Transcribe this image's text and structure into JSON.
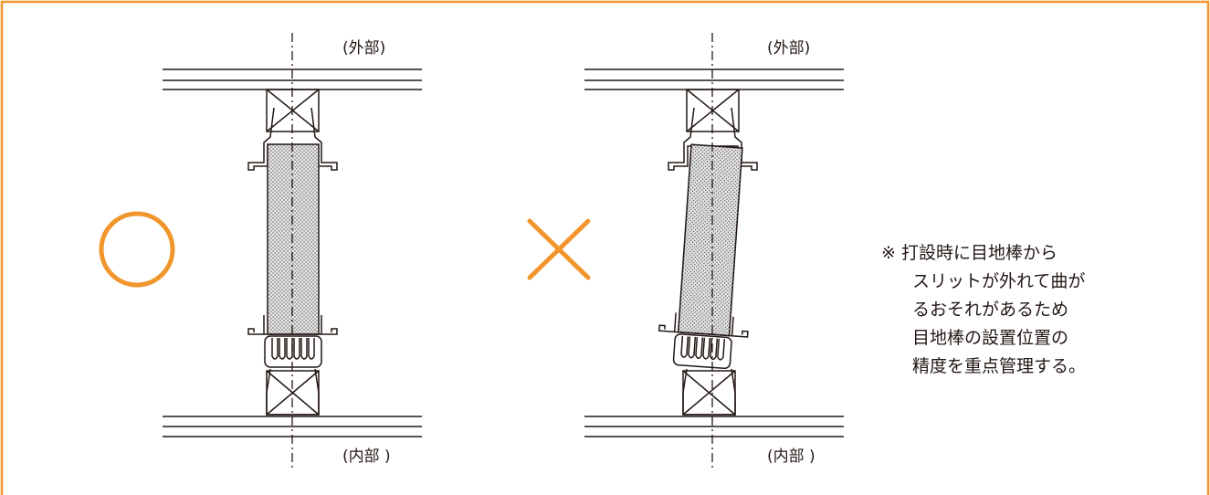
{
  "labels": {
    "exterior": "(外部)",
    "interior": "(内部 )"
  },
  "marks": {
    "good": "circle",
    "bad": "cross"
  },
  "note": {
    "lines": [
      "※ 打設時に目地棒から",
      "スリットが外れて曲が",
      "るおそれがあるため",
      "目地棒の設置位置の",
      "精度を重点管理する。"
    ]
  },
  "colors": {
    "accent": "#F0962C",
    "line": "#231815",
    "fill": "#d9d9d9"
  }
}
